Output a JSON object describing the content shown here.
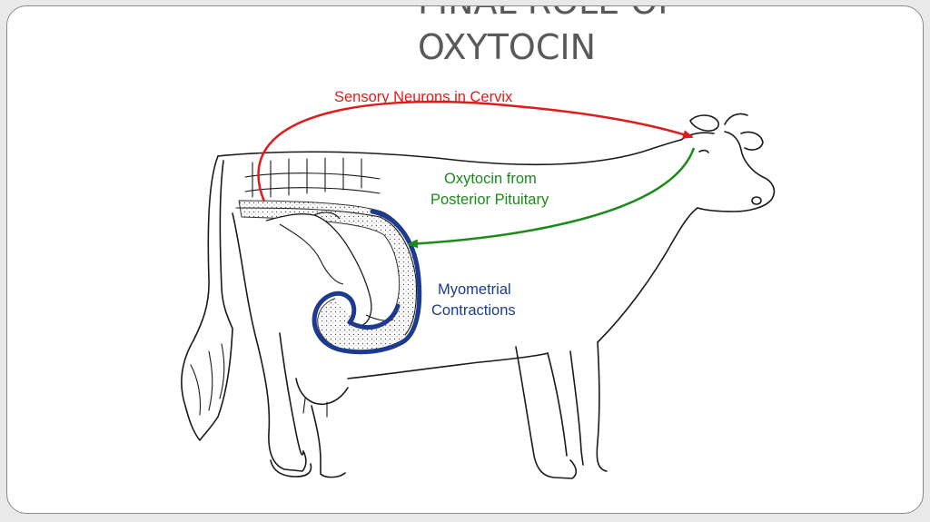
{
  "slide": {
    "title": "FINAL ROLE OF\nOXYTOCIN"
  },
  "diagram": {
    "labels": {
      "sensory": "Sensory Neurons in Cervix",
      "oxytocin_line1": "Oxytocin from",
      "oxytocin_line2": "Posterior Pituitary",
      "myometrial_line1": "Myometrial",
      "myometrial_line2": "Contractions"
    },
    "colors": {
      "sensory": "#e01b1b",
      "oxytocin": "#1a8a1a",
      "myometrial": "#1d3a8f",
      "title": "#595959"
    }
  }
}
